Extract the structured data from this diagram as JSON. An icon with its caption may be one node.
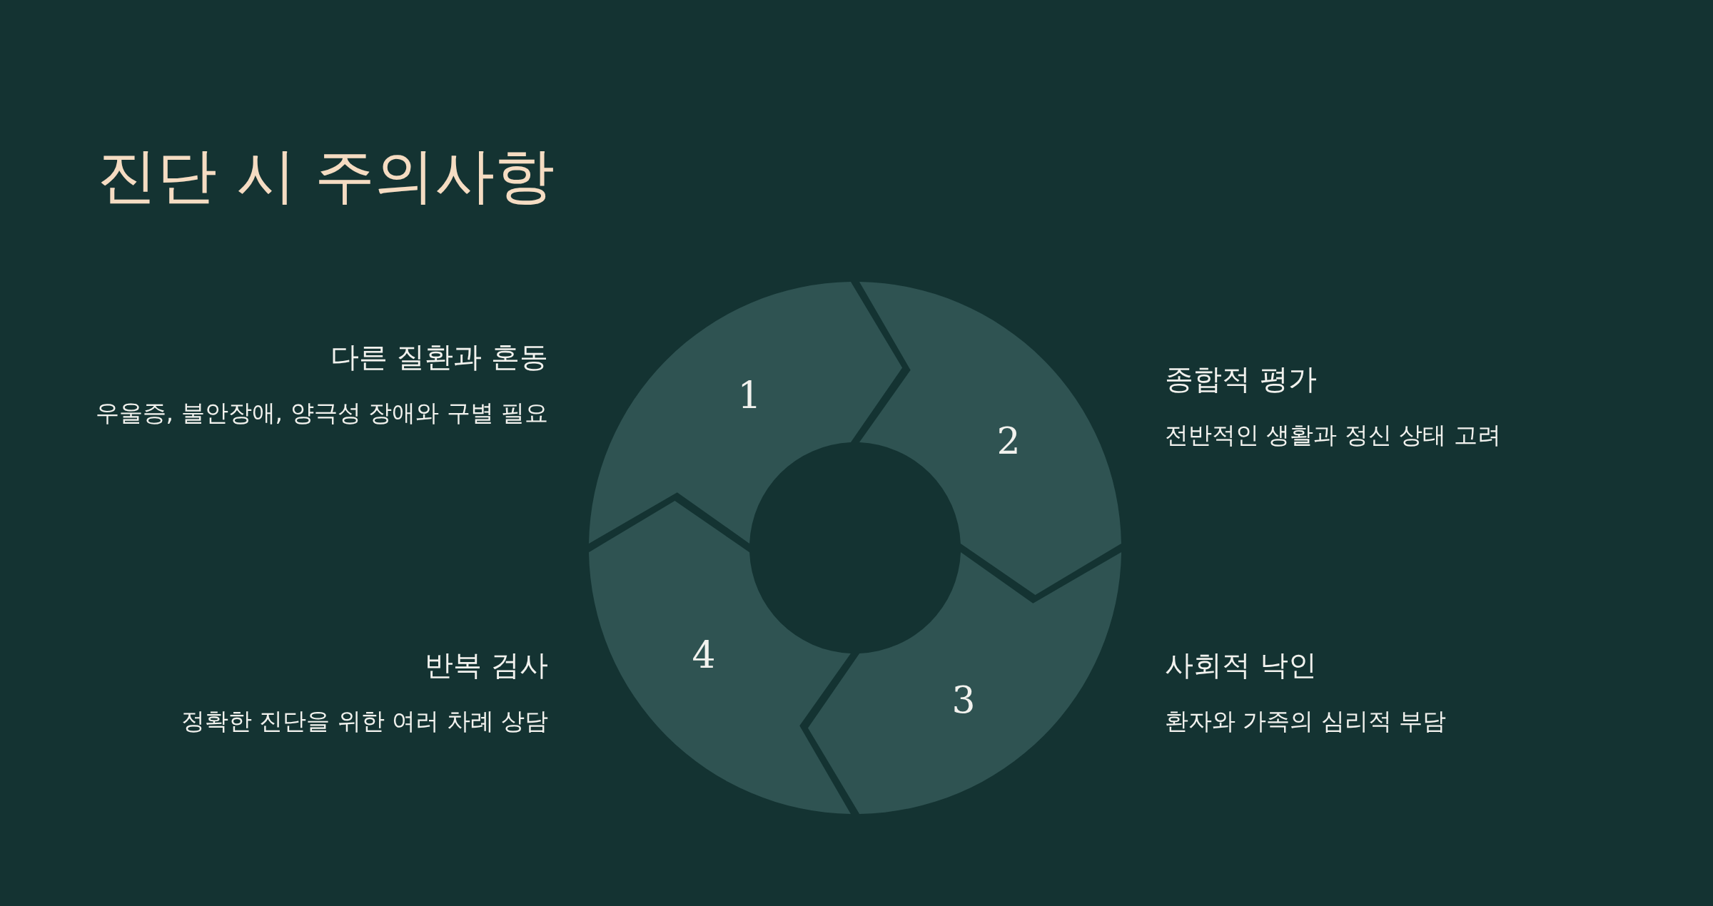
{
  "diagram": {
    "title": "진단 시 주의사항",
    "nodes": [
      {
        "text": [
          "1"
        ],
        "beside": [
          "다른 질환과 혼동",
          "우울증, 불안장애, 양극성 장애와 구별 필요"
        ]
      },
      {
        "text": [
          "2"
        ],
        "beside": [
          "종합적 평가",
          "전반적인 생활과 정신 상태 고려"
        ]
      },
      {
        "text": [
          "3"
        ],
        "beside": [
          "사회적 낙인",
          "환자와 가족의 심리적 부담"
        ]
      },
      {
        "text": [
          "4"
        ],
        "beside": [
          "반복 검사",
          "정확한 진단을 위한 여러 차례 상담"
        ]
      }
    ],
    "edges": []
  }
}
